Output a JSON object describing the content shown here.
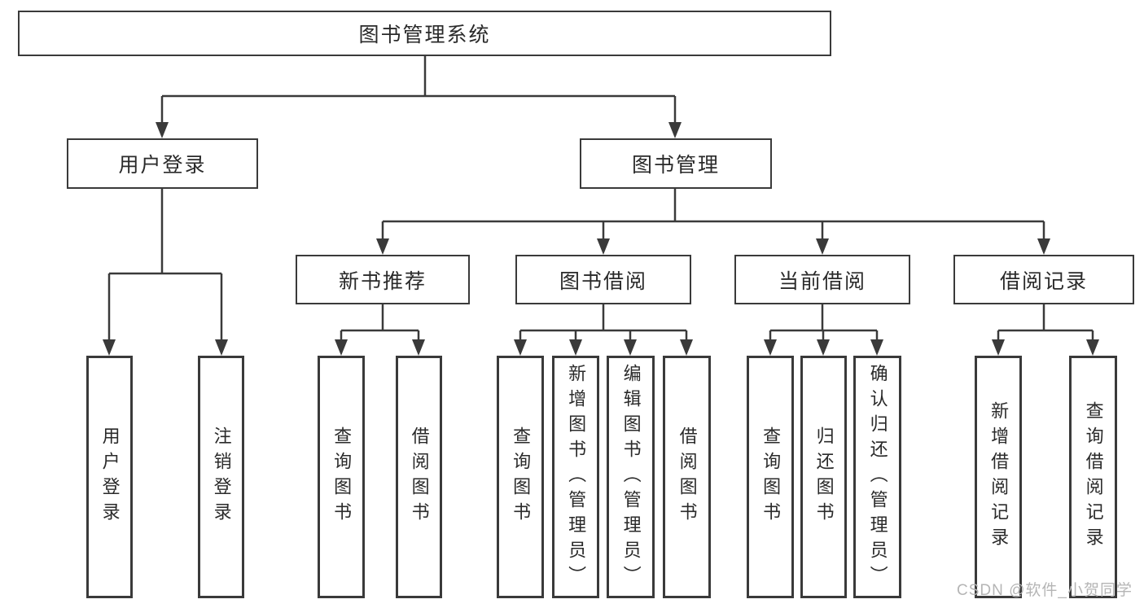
{
  "tree": {
    "root": {
      "label": "图书管理系统"
    },
    "level2": [
      {
        "label": "用户登录"
      },
      {
        "label": "图书管理"
      }
    ],
    "level3": [
      {
        "label": "新书推荐"
      },
      {
        "label": "图书借阅"
      },
      {
        "label": "当前借阅"
      },
      {
        "label": "借阅记录"
      }
    ],
    "leaves": {
      "login": [
        "用户登录",
        "注销登录"
      ],
      "newbook": [
        "查询图书",
        "借阅图书"
      ],
      "borrow": [
        "查询图书",
        "新增图书（管理员）",
        "编辑图书（管理员）",
        "借阅图书"
      ],
      "current": [
        "查询图书",
        "归还图书",
        "确认归还（管理员）"
      ],
      "records": [
        "新增借阅记录",
        "查询借阅记录"
      ]
    }
  },
  "watermark": {
    "text": "CSDN @软件_小贺同学"
  },
  "colors": {
    "line": "#3a3a3a",
    "box_background": "#ffffff",
    "text": "#2a2a2a",
    "watermark": "#b5b5b5"
  }
}
